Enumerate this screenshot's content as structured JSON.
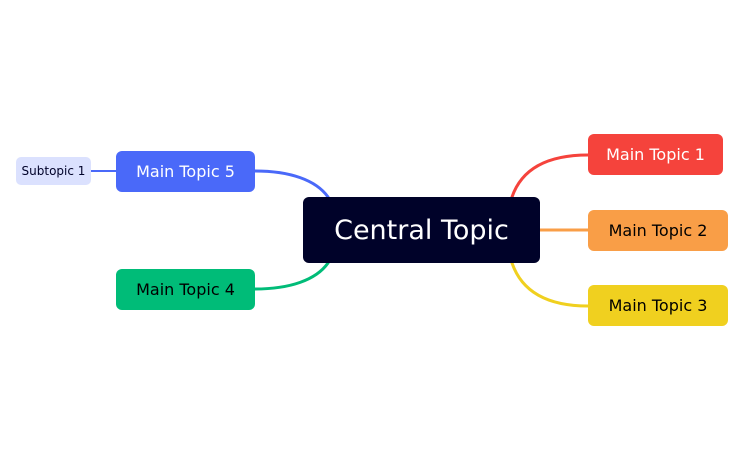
{
  "mindmap": {
    "central": {
      "label": "Central Topic",
      "bg": "#000229",
      "fg": "#ffffff"
    },
    "topics": [
      {
        "id": "1",
        "label": "Main Topic 1",
        "bg": "#F5433C",
        "fg": "#ffffff",
        "line": "#F5433C"
      },
      {
        "id": "2",
        "label": "Main Topic 2",
        "bg": "#F99E47",
        "fg": "#000000",
        "line": "#F99E47"
      },
      {
        "id": "3",
        "label": "Main Topic 3",
        "bg": "#F0D01F",
        "fg": "#000000",
        "line": "#F0D01F"
      },
      {
        "id": "4",
        "label": "Main Topic 4",
        "bg": "#00BC78",
        "fg": "#000000",
        "line": "#00BC78"
      },
      {
        "id": "5",
        "label": "Main Topic 5",
        "bg": "#4A69F9",
        "fg": "#ffffff",
        "line": "#4A69F9"
      }
    ],
    "subtopics": [
      {
        "id": "s1",
        "parent": "5",
        "label": "Subtopic 1",
        "bg": "#DBE1FE",
        "fg": "#000229",
        "line": "#4A69F9"
      }
    ]
  }
}
